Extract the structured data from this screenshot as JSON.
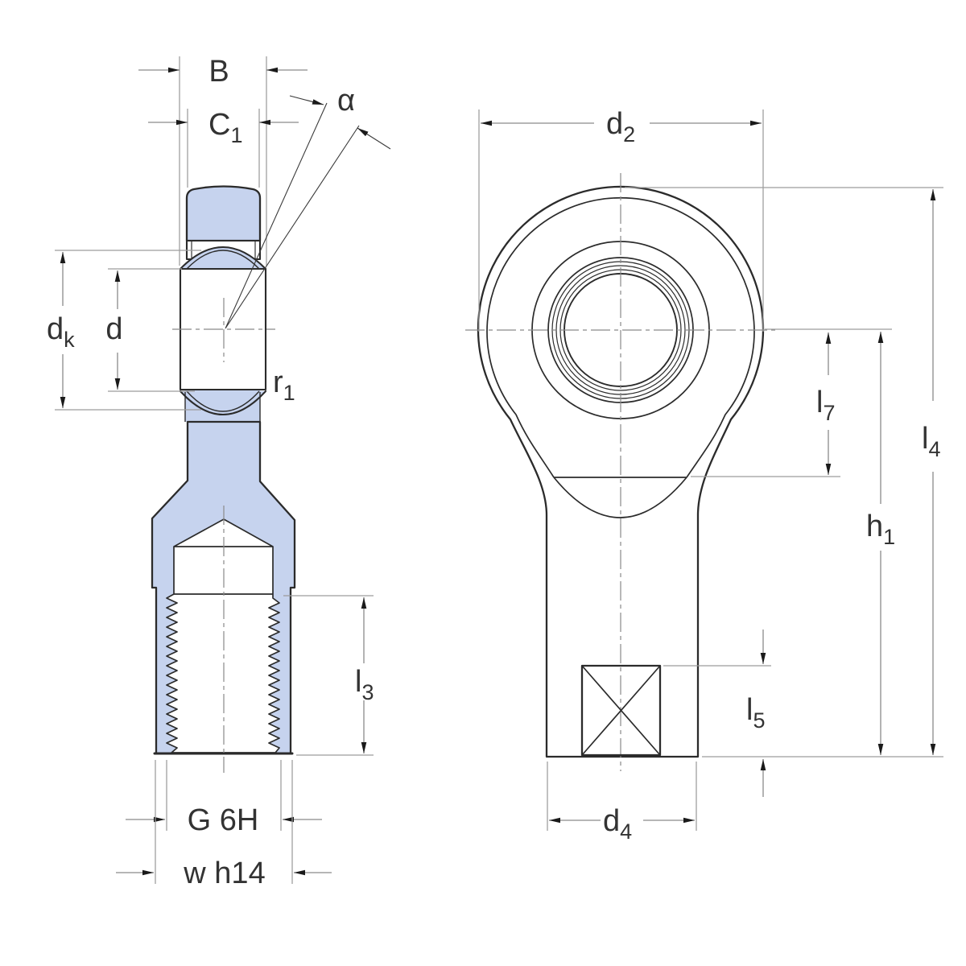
{
  "colors": {
    "part_fill": "#c6d3ee",
    "outline": "#2b2b2b",
    "dimension_line": "#9c9c9c",
    "label_text": "#333333",
    "background": "#ffffff"
  },
  "labels": {
    "B": {
      "text": "B"
    },
    "C1": {
      "base": "C",
      "sub": "1"
    },
    "alpha": {
      "text": "α"
    },
    "dk": {
      "base": "d",
      "sub": "k"
    },
    "d": {
      "text": "d"
    },
    "r1": {
      "base": "r",
      "sub": "1"
    },
    "l3": {
      "base": "l",
      "sub": "3"
    },
    "G6H": {
      "text": "G 6H"
    },
    "wh14": {
      "text": "w h14"
    },
    "d2": {
      "base": "d",
      "sub": "2"
    },
    "l7": {
      "base": "l",
      "sub": "7"
    },
    "l4": {
      "base": "l",
      "sub": "4"
    },
    "h1": {
      "base": "h",
      "sub": "1"
    },
    "l5": {
      "base": "l",
      "sub": "5"
    },
    "d4": {
      "base": "d",
      "sub": "4"
    }
  }
}
